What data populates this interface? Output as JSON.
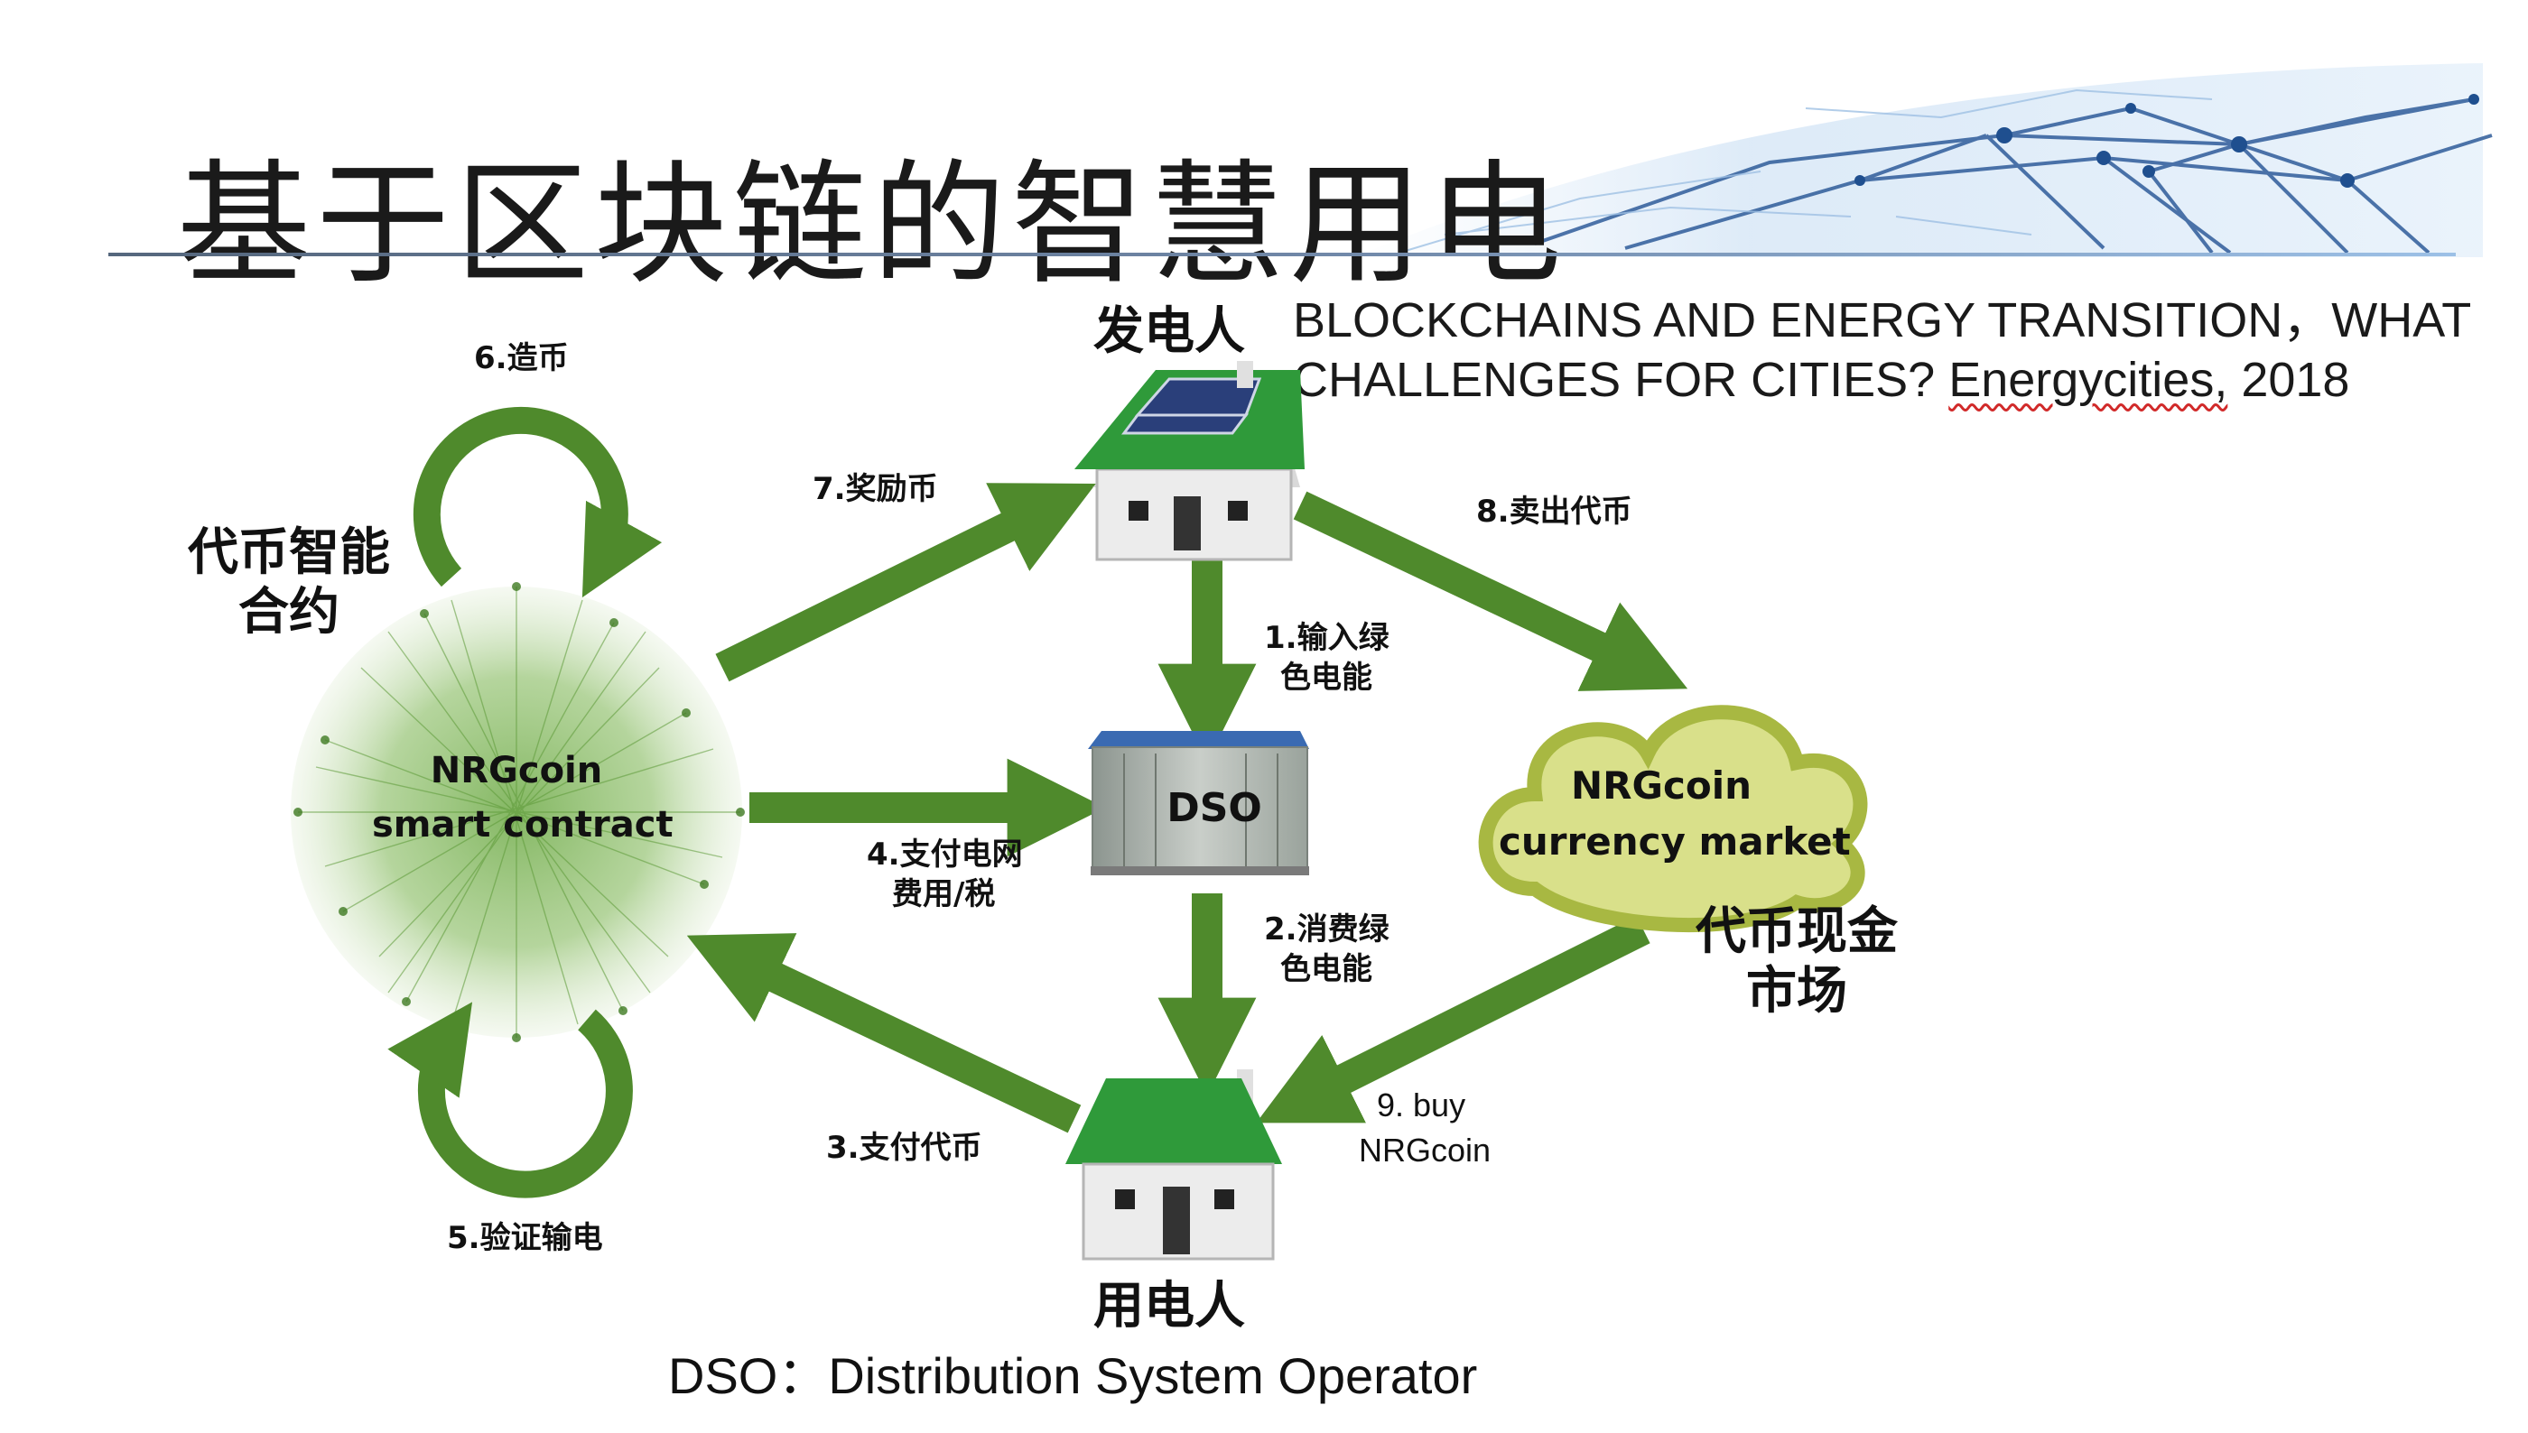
{
  "title": "基于区块链的智慧用电",
  "reference": {
    "line1": "BLOCKCHAINS AND ENERGY TRANSITION，WHAT",
    "line2_text": "CHALLENGES FOR CITIES? ",
    "line2_source": "Energycities,",
    "line2_year": "  2018"
  },
  "nodes": {
    "contract": {
      "line1": "NRGcoin",
      "line2": "smart contract",
      "caption_line1": "代币智能",
      "caption_line2": "合约"
    },
    "producer": {
      "caption": "发电人"
    },
    "dso": {
      "label": "DSO"
    },
    "consumer": {
      "caption": "用电人"
    },
    "market": {
      "line1": "NRGcoin",
      "line2": "currency market",
      "caption_line1": "代币现金",
      "caption_line2": "市场"
    }
  },
  "steps": {
    "s1_line1": "1.输入绿",
    "s1_line2": "色电能",
    "s2_line1": "2.消费绿",
    "s2_line2": "色电能",
    "s3": "3.支付代币",
    "s4_line1": "4.支付电网",
    "s4_line2": "费用/税",
    "s5": "5.验证输电",
    "s6": "6.造币",
    "s7": "7.奖励币",
    "s8": "8.卖出代币",
    "s9_line1": "9. buy",
    "s9_line2": "NRGcoin"
  },
  "footnote": "DSO：Distribution System Operator",
  "colors": {
    "arrow_green": "#4f8a2c",
    "roof_green": "#2f9a3a",
    "cloud_green": "#a8b842",
    "cloud_inner": "#d9e08a",
    "network_green": "#6fa84a"
  }
}
